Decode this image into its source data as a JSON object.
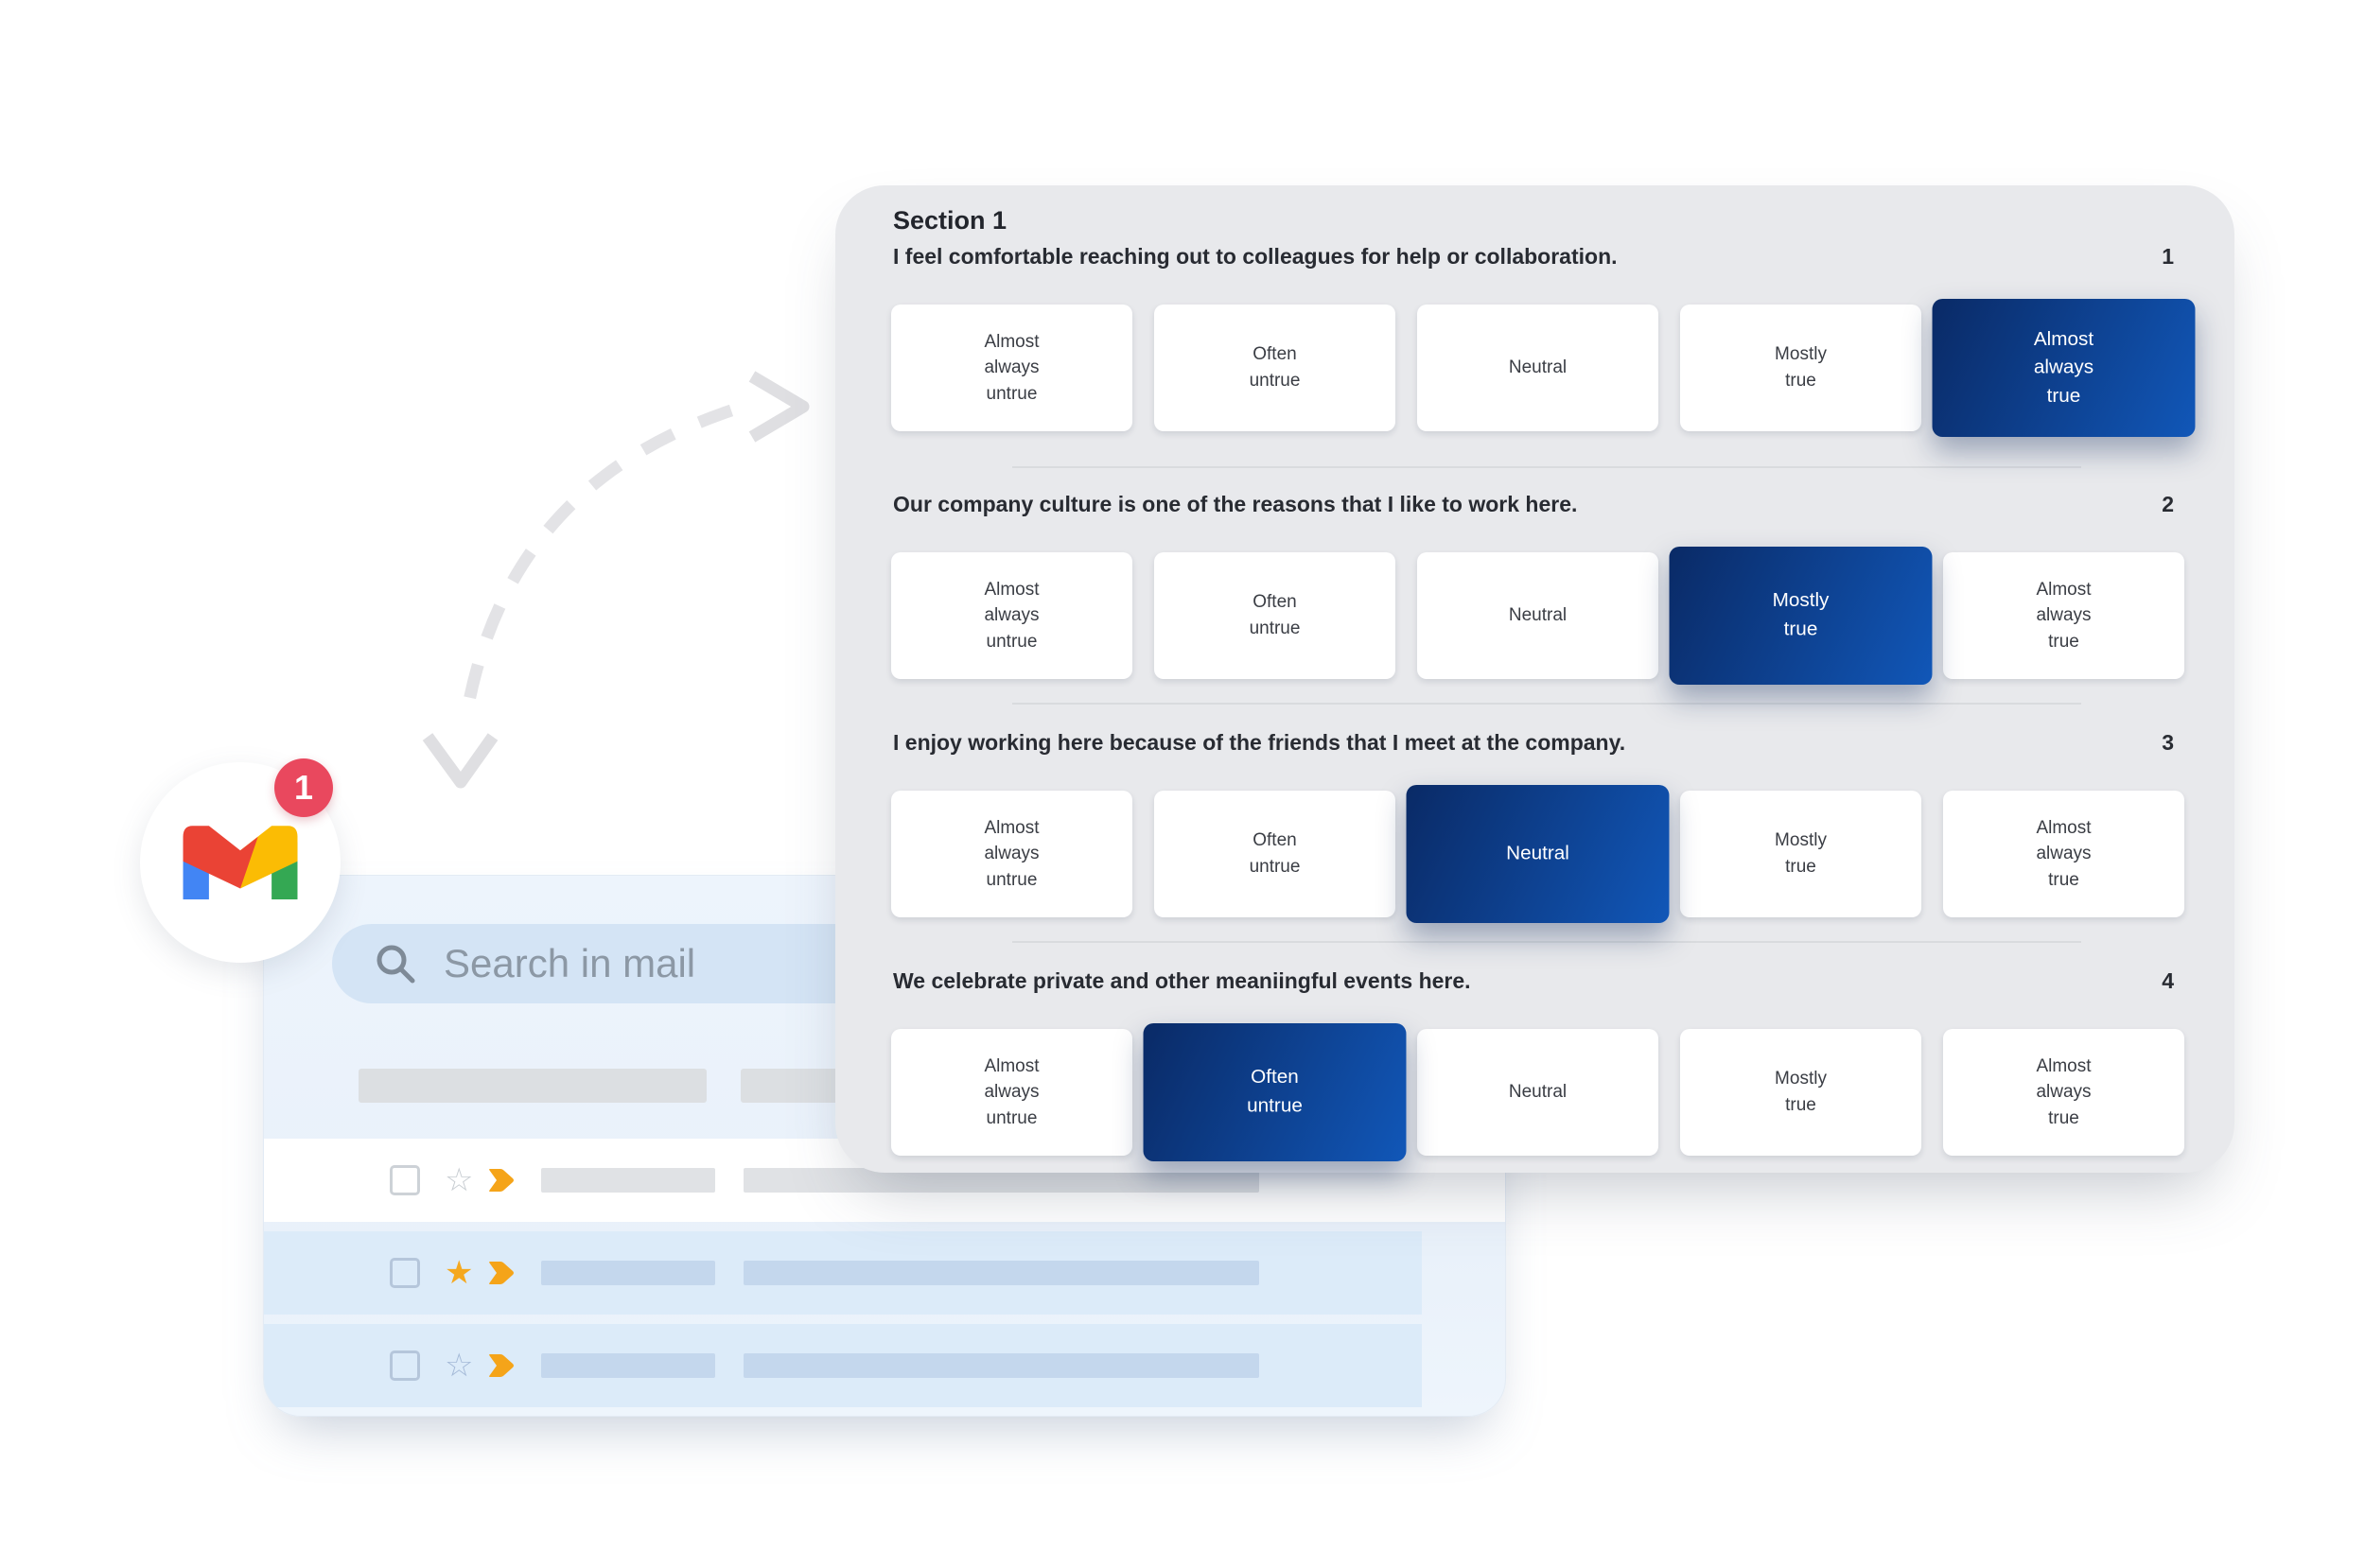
{
  "survey": {
    "section_title": "Section 1",
    "questions": [
      {
        "number": "1",
        "text": "I feel comfortable reaching out to colleagues for help or collaboration.",
        "selected_index": 4
      },
      {
        "number": "2",
        "text": "Our company culture is one of the reasons that I like to work here.",
        "selected_index": 3
      },
      {
        "number": "3",
        "text": "I enjoy working here because of the friends that I meet at the company.",
        "selected_index": 2
      },
      {
        "number": "4",
        "text": "We celebrate private and other meaniingful events here.",
        "selected_index": 1
      }
    ],
    "scale_options": [
      "Almost\nalways\nuntrue",
      "Often\nuntrue",
      "Neutral",
      "Mostly\ntrue",
      "Almost\nalways\ntrue"
    ],
    "colors": {
      "panel_bg": "#e8e9ec",
      "selected_gradient_start": "#0a2a66",
      "selected_gradient_end": "#1157b8"
    }
  },
  "gmail": {
    "badge_count": "1",
    "search_placeholder": "Search in mail",
    "badge_color": "#e9485e",
    "star_filled_color": "#f5a81f",
    "marker_color": "#f5a419",
    "logo_colors": {
      "blue": "#4285f4",
      "red": "#ea4335",
      "yellow": "#fbbc04",
      "green": "#34a853"
    },
    "rows": [
      {
        "background": "white",
        "star": "outline"
      },
      {
        "background": "blue",
        "star": "filled"
      },
      {
        "background": "blue",
        "star": "outline"
      }
    ]
  }
}
